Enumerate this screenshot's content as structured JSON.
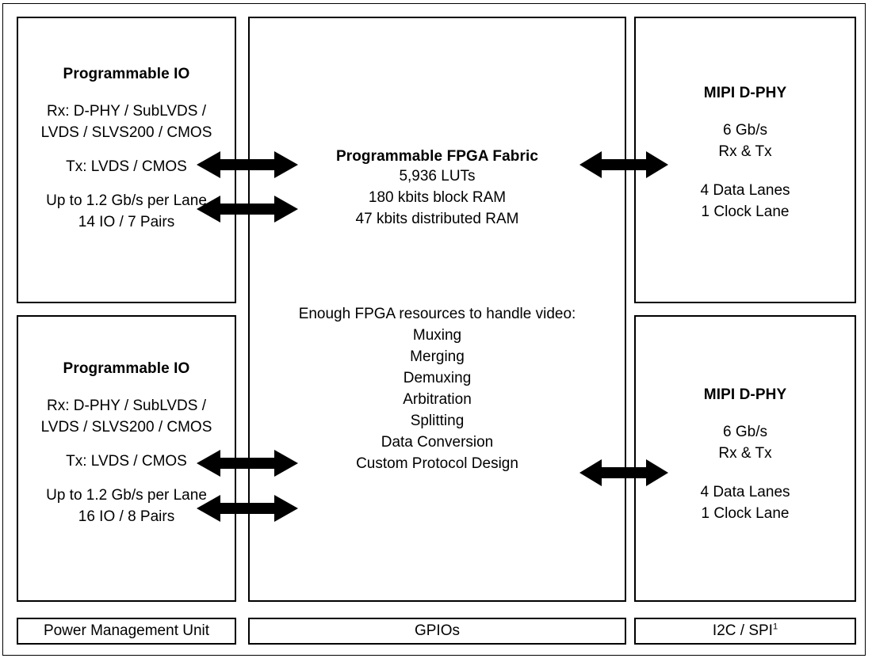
{
  "diagram": {
    "blocks": {
      "io_top": {
        "title": "Programmable IO",
        "rx_line1": "Rx: D-PHY / SubLVDS /",
        "rx_line2": "LVDS / SLVS200 / CMOS",
        "tx": "Tx: LVDS / CMOS",
        "rate": "Up to 1.2 Gb/s per Lane",
        "pins": "14 IO / 7 Pairs"
      },
      "io_bottom": {
        "title": "Programmable IO",
        "rx_line1": "Rx: D-PHY / SubLVDS /",
        "rx_line2": "LVDS / SLVS200 / CMOS",
        "tx": "Tx: LVDS / CMOS",
        "rate": "Up to 1.2 Gb/s per Lane",
        "pins": "16 IO / 8 Pairs"
      },
      "fabric": {
        "title": "Programmable FPGA Fabric",
        "luts": "5,936 LUTs",
        "block_ram": "180 kbits block RAM",
        "distributed_ram": "47 kbits distributed RAM",
        "resources_heading": "Enough FPGA resources to handle video:",
        "resources": [
          "Muxing",
          "Merging",
          "Demuxing",
          "Arbitration",
          "Splitting",
          "Data Conversion",
          "Custom Protocol Design"
        ]
      },
      "phy_top": {
        "title": "MIPI D-PHY",
        "rate": "6 Gb/s",
        "direction": "Rx & Tx",
        "data_lanes": "4 Data Lanes",
        "clock_lanes": "1 Clock Lane"
      },
      "phy_bottom": {
        "title": "MIPI D-PHY",
        "rate": "6 Gb/s",
        "direction": "Rx & Tx",
        "data_lanes": "4 Data Lanes",
        "clock_lanes": "1 Clock Lane"
      }
    },
    "footer": {
      "power": "Power Management Unit",
      "gpios": "GPIOs",
      "i2c_spi": "I2C / SPI",
      "i2c_spi_superscript": "1"
    },
    "connectors": [
      {
        "name": "io-top-to-fabric-upper",
        "type": "double-arrow"
      },
      {
        "name": "io-top-to-fabric-lower",
        "type": "double-arrow"
      },
      {
        "name": "fabric-to-phy-top",
        "type": "double-arrow"
      },
      {
        "name": "io-bottom-to-fabric-upper",
        "type": "double-arrow"
      },
      {
        "name": "io-bottom-to-fabric-lower",
        "type": "double-arrow"
      },
      {
        "name": "fabric-to-phy-bottom",
        "type": "double-arrow"
      }
    ],
    "colors": {
      "line": "#000000",
      "background": "#ffffff",
      "text": "#1a1a1a"
    }
  }
}
